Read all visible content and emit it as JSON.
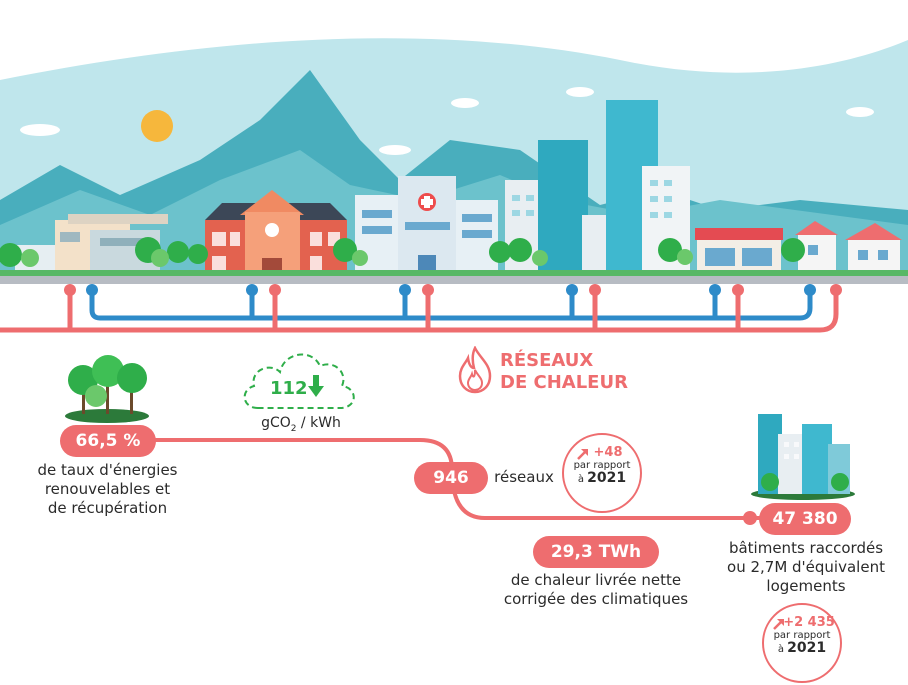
{
  "title": {
    "line1": "RÉSEAUX",
    "line2": "DE CHALEUR"
  },
  "co2": {
    "value": "112",
    "unit_prefix": "gCO",
    "unit_sub": "2",
    "unit_suffix": " / kWh"
  },
  "renewable": {
    "value": "66,5 %",
    "line1": "de taux d'énergies",
    "line2": "renouvelables et",
    "line3": "de récupération"
  },
  "networks": {
    "value": "946",
    "label": "réseaux",
    "delta": "+48",
    "vs": "par rapport",
    "vs2": "à",
    "year": "2021"
  },
  "heat": {
    "value": "29,3 TWh",
    "line1": "de chaleur livrée nette",
    "line2": "corrigée des climatiques"
  },
  "buildings": {
    "value": "47 380",
    "line1": "bâtiments raccordés",
    "line2": "ou 2,7M d'équivalent",
    "line3": "logements",
    "delta": "+2 435",
    "vs": "par rapport",
    "vs2": "à",
    "year": "2021"
  },
  "colors": {
    "accent": "#ee6d6f",
    "blue": "#2e8bc9",
    "green": "#2fae4a",
    "sky": "#bfe6ec"
  },
  "icons": [
    "flame-icon",
    "cloud-icon",
    "arrow-down-icon",
    "arrow-up-right-icon",
    "tree-icon",
    "city-icon"
  ]
}
